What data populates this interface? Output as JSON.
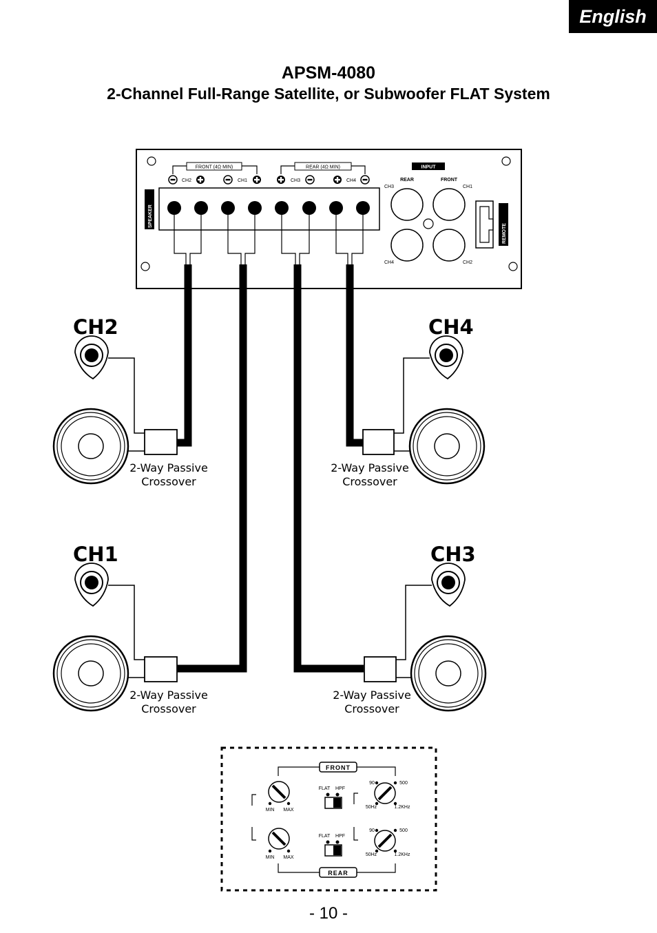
{
  "header": {
    "language_tab": "English",
    "model": "APSM-4080",
    "subtitle": "2-Channel Full-Range Satellite, or Subwoofer FLAT System"
  },
  "amplifier_panel": {
    "speaker_label": "SPEAKER",
    "front_group": "FRONT (4Ω MIN)",
    "rear_group": "REAR (4Ω MIN)",
    "terminal_labels": [
      "CH2",
      "CH1",
      "CH3",
      "CH4"
    ],
    "input_label": "INPUT",
    "input_rear": "REAR",
    "input_front": "FRONT",
    "rca_labels": [
      "CH3",
      "CH1",
      "CH4",
      "CH2"
    ],
    "remote_label": "REMOTE"
  },
  "speakers": [
    {
      "channel": "CH2",
      "crossover": [
        "2-Way Passive",
        "Crossover"
      ]
    },
    {
      "channel": "CH4",
      "crossover": [
        "2-Way Passive",
        "Crossover"
      ]
    },
    {
      "channel": "CH1",
      "crossover": [
        "2-Way Passive",
        "Crossover"
      ]
    },
    {
      "channel": "CH3",
      "crossover": [
        "2-Way Passive",
        "Crossover"
      ]
    }
  ],
  "control_panel": {
    "front_label": "FRONT",
    "rear_label": "REAR",
    "gain_min": "MIN",
    "gain_max": "MAX",
    "switch_flat": "FLAT",
    "switch_hpf": "HPF",
    "freq_90": "90",
    "freq_500": "500",
    "freq_50hz": "50Hz",
    "freq_12khz": "1.2KHz"
  },
  "footer": {
    "page_number": "- 10 -"
  }
}
